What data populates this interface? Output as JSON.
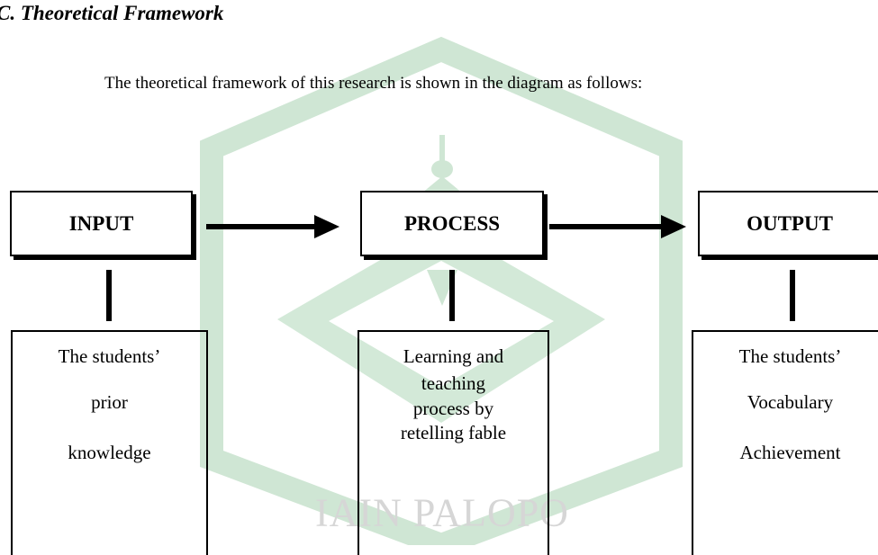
{
  "heading": "C. Theoretical Framework",
  "intro": "The theoretical framework of this research is shown in the diagram as follows:",
  "watermark_text": "IAIN PALOPO",
  "colors": {
    "watermark": "#cfe6d4",
    "line": "#000000"
  },
  "diagram": {
    "boxes": [
      {
        "label": "INPUT",
        "details": [
          "The students’",
          "prior",
          "knowledge"
        ]
      },
      {
        "label": "PROCESS",
        "details": [
          "Learning and",
          "teaching",
          "process by",
          "retelling fable"
        ]
      },
      {
        "label": "OUTPUT",
        "details": [
          "The students’",
          "Vocabulary",
          "Achievement"
        ]
      }
    ]
  }
}
